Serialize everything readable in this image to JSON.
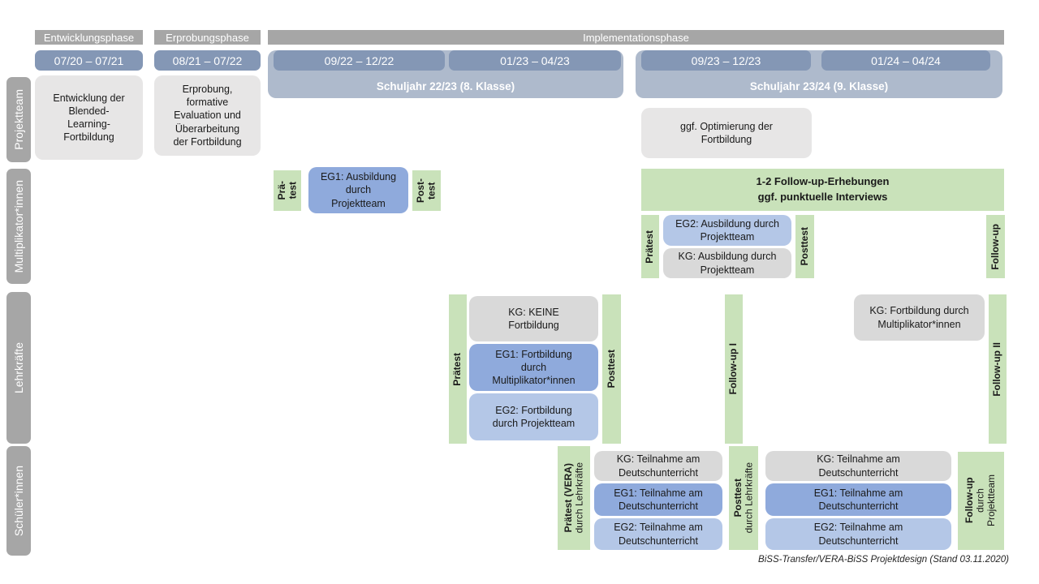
{
  "colors": {
    "phase_bar": "#a6a6a6",
    "date_bar": "#8497b5",
    "school_year_band": "#aebacc",
    "sidebar_label": "#a6a6a6",
    "project_box_gray": "#e7e6e6",
    "kg_box_gray": "#d9d9d9",
    "eg1_blue": "#8faadc",
    "eg2_blue": "#b4c7e7",
    "measure_green": "#c9e2ba"
  },
  "header": {
    "phases": [
      "Entwicklungsphase",
      "Erprobungsphase",
      "Implementationsphase"
    ],
    "dates": [
      "07/20 – 07/21",
      "08/21 – 07/22",
      "09/22 – 12/22",
      "01/23 – 04/23",
      "09/23 – 12/23",
      "01/24 – 04/24"
    ],
    "school_years": [
      "Schuljahr 22/23 (8. Klasse)",
      "Schuljahr 23/24 (9. Klasse)"
    ]
  },
  "sidebar": {
    "rows": [
      "Projektteam",
      "Multiplikator*innen",
      "Lehrkräfte",
      "Schüler*innen"
    ]
  },
  "projektteam": {
    "entwicklung": {
      "lines": [
        "Entwicklung der",
        "Blended-",
        "Learning-",
        "Fortbildung"
      ]
    },
    "erprobung": {
      "lines": [
        "Erprobung,",
        "formative",
        "Evaluation und",
        "Überarbeitung",
        "der Fortbildung"
      ]
    },
    "optimierung": {
      "lines": [
        "ggf. Optimierung der",
        "Fortbildung"
      ]
    }
  },
  "multiplikatoren": {
    "praetest1": {
      "lines": [
        "Prä-",
        "test"
      ]
    },
    "eg1": {
      "lines": [
        "EG1: Ausbildung",
        "durch",
        "Projektteam"
      ]
    },
    "posttest1": {
      "lines": [
        "Post-",
        "test"
      ]
    },
    "followup_box": {
      "lines": [
        "1-2 Follow-up-Erhebungen",
        "ggf. punktuelle Interviews"
      ]
    },
    "praetest2": "Prätest",
    "eg2": {
      "lines": [
        "EG2: Ausbildung durch",
        "Projektteam"
      ]
    },
    "kg": {
      "lines": [
        "KG: Ausbildung durch",
        "Projektteam"
      ]
    },
    "posttest2": "Posttest",
    "followup": "Follow-up"
  },
  "lehrkraefte": {
    "praetest": "Prätest",
    "kg1": {
      "lines": [
        "KG: KEINE",
        "Fortbildung"
      ]
    },
    "eg1": {
      "lines": [
        "EG1: Fortbildung",
        "durch",
        "Multiplikator*innen"
      ]
    },
    "eg2": {
      "lines": [
        "EG2: Fortbildung",
        "durch Projektteam"
      ]
    },
    "posttest": "Posttest",
    "followup1": "Follow-up I",
    "kg2": {
      "lines": [
        "KG: Fortbildung durch",
        "Multiplikator*innen"
      ]
    },
    "followup2": "Follow-up II"
  },
  "schueler": {
    "praetest": {
      "bold": "Prätest (VERA)",
      "normal": "durch Lehrkräfte"
    },
    "kg1": {
      "lines": [
        "KG: Teilnahme am",
        "Deutschunterricht"
      ]
    },
    "eg1a": {
      "lines": [
        "EG1: Teilnahme am",
        "Deutschunterricht"
      ]
    },
    "eg2a": {
      "lines": [
        "EG2: Teilnahme am",
        "Deutschunterricht"
      ]
    },
    "posttest": {
      "bold": "Posttest",
      "normal": "durch Lehrkräfte"
    },
    "kg2": {
      "lines": [
        "KG: Teilnahme am",
        "Deutschunterricht"
      ]
    },
    "eg1b": {
      "lines": [
        "EG1: Teilnahme am",
        "Deutschunterricht"
      ]
    },
    "eg2b": {
      "lines": [
        "EG2: Teilnahme am",
        "Deutschunterricht"
      ]
    },
    "followup": {
      "bold": "Follow-up",
      "normal_lines": [
        "durch",
        "Projektteam"
      ]
    }
  },
  "caption": "BiSS-Transfer/VERA-BiSS Projektdesign (Stand 03.11.2020)"
}
